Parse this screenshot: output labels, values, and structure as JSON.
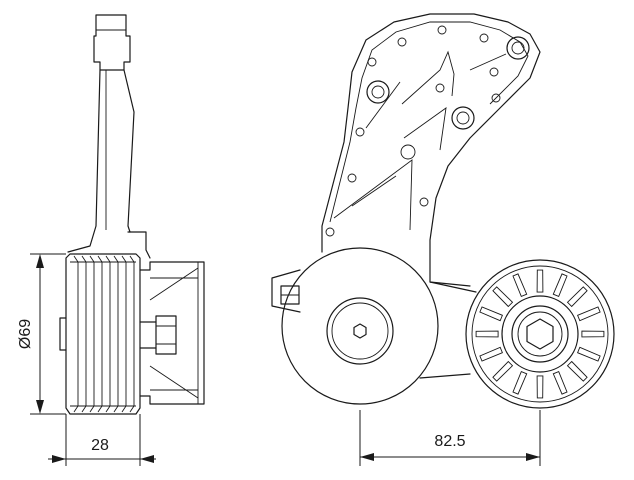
{
  "drawing": {
    "dim_width": "28",
    "dim_diameter": "Ø69",
    "dim_center_distance": "82.5"
  }
}
